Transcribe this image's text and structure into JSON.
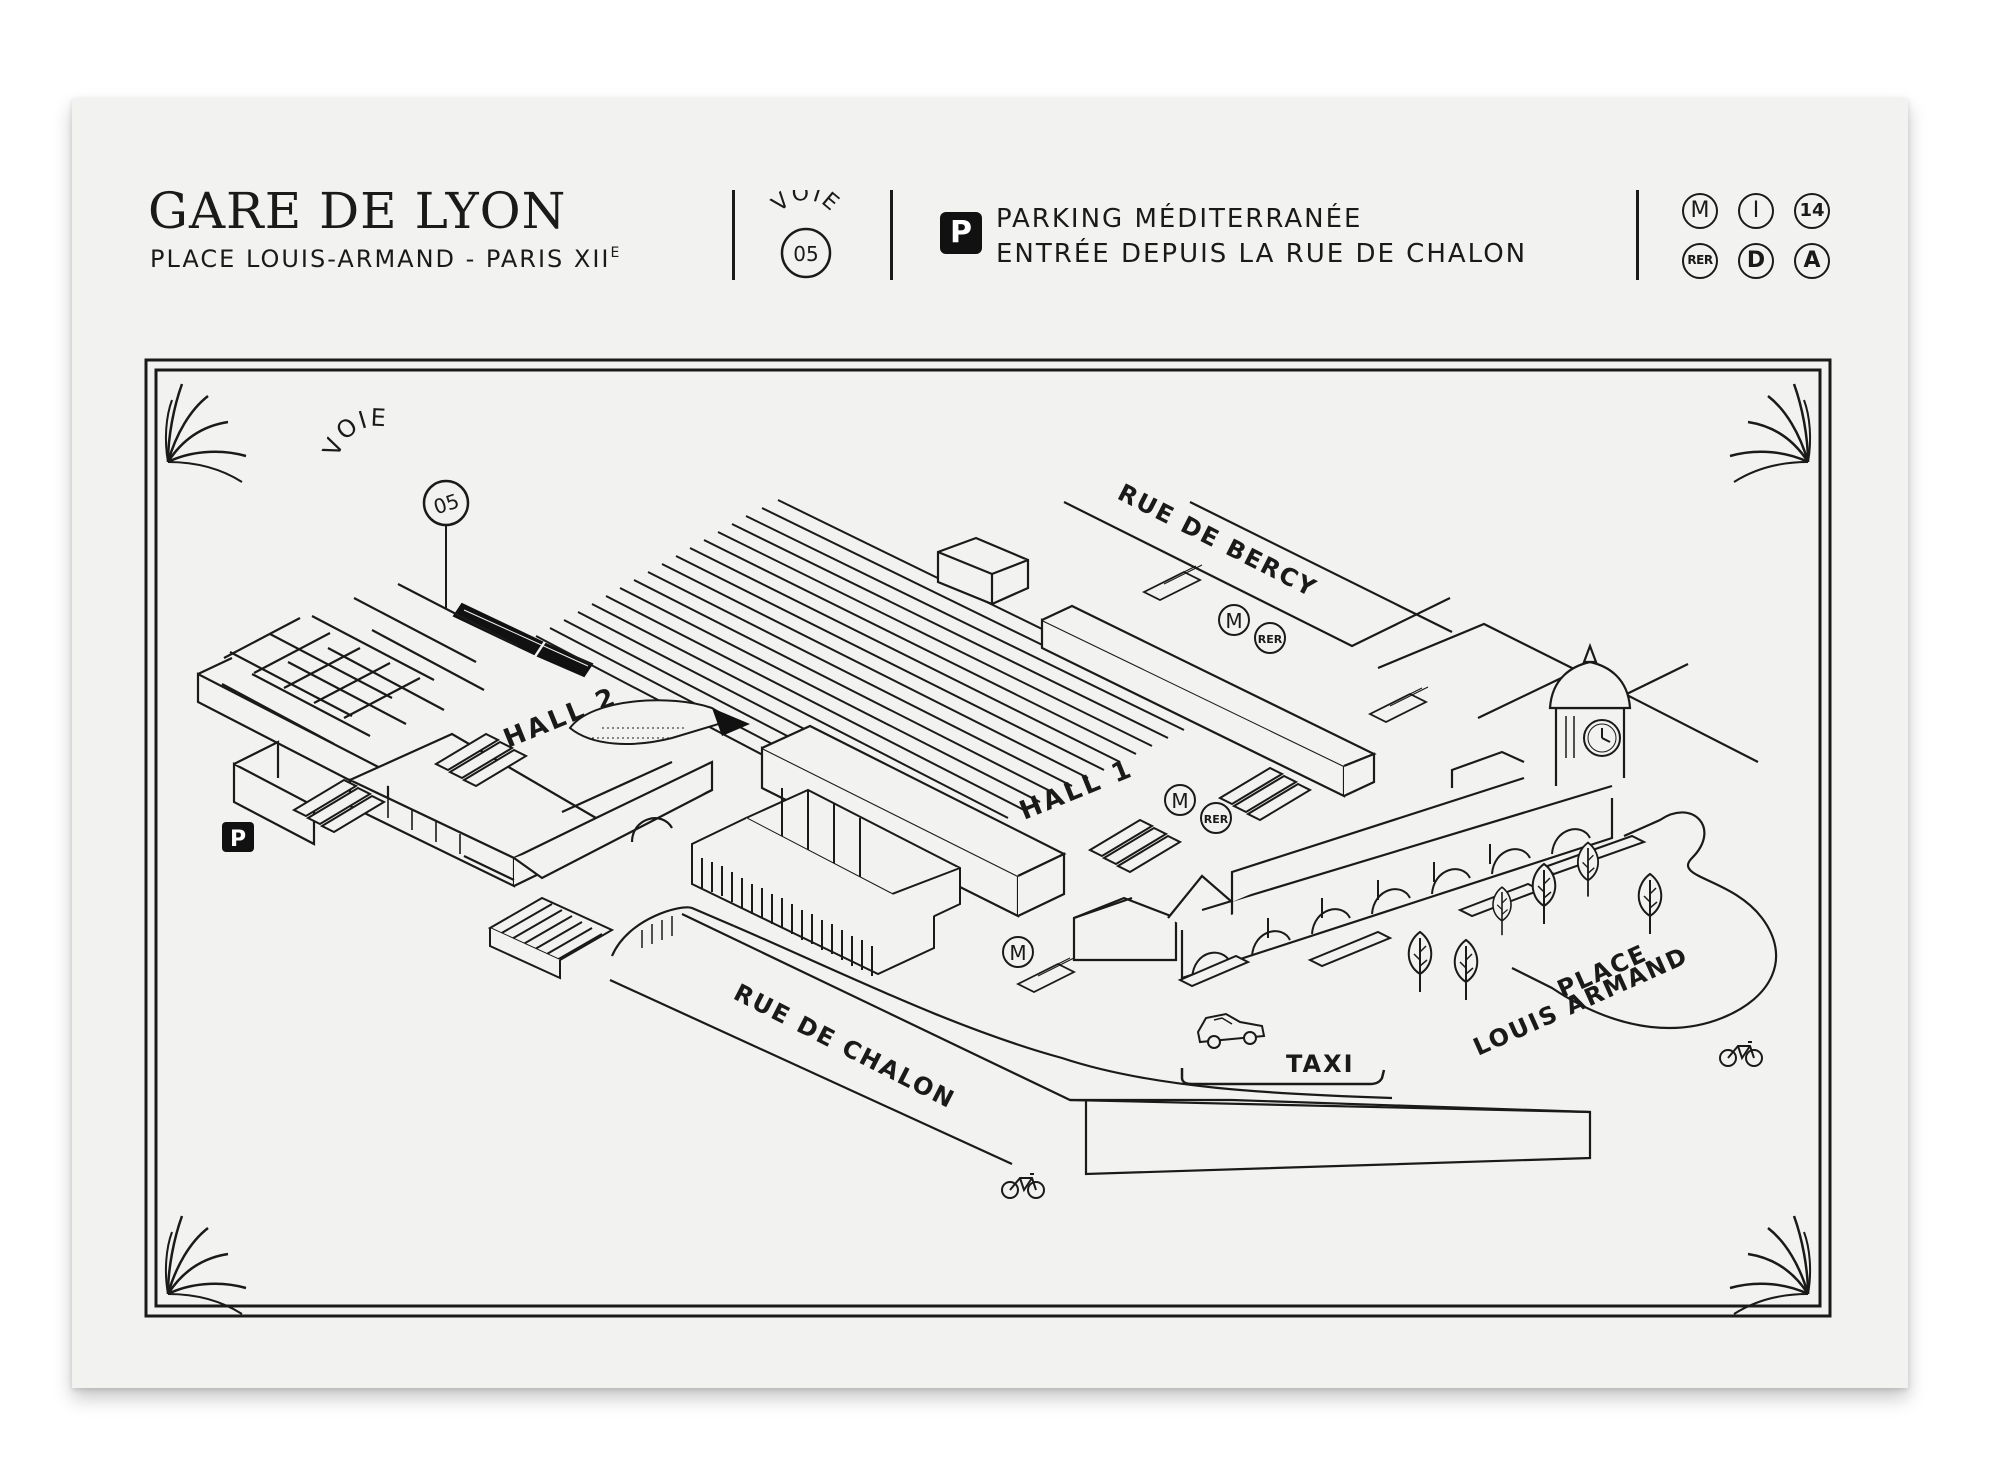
{
  "header": {
    "station_name": "GARE DE LYON",
    "address": "PLACE LOUIS-ARMAND - PARIS XII",
    "address_sup": "E",
    "voie_label": "VOIE",
    "voie_number": "05",
    "parking_icon": "P",
    "parking_line1": "PARKING MÉDITERRANÉE",
    "parking_line2": "ENTRÉE DEPUIS LA RUE DE CHALON",
    "transit_lines": [
      "M",
      "I",
      "14",
      "RER",
      "D",
      "A"
    ]
  },
  "map": {
    "voie_label": "VOIE",
    "voie_number": "05",
    "hall2": "HALL 2",
    "hall1": "HALL 1",
    "rue_de_bercy": "RUE DE BERCY",
    "rue_de_chalon": "RUE DE CHALON",
    "place_line1": "PLACE",
    "place_line2": "LOUIS ARMAND",
    "taxi": "TAXI",
    "parking_icon": "P",
    "metro": "M",
    "rer": "RER",
    "icons": [
      "leaf-ornament-icon",
      "train-icon",
      "escalator-icon",
      "stairs-icon",
      "clock-tower-icon",
      "tree-icon",
      "car-icon",
      "bicycle-icon"
    ]
  },
  "colors": {
    "ink": "#1a1a1a",
    "paper": "#f2f2f0"
  }
}
